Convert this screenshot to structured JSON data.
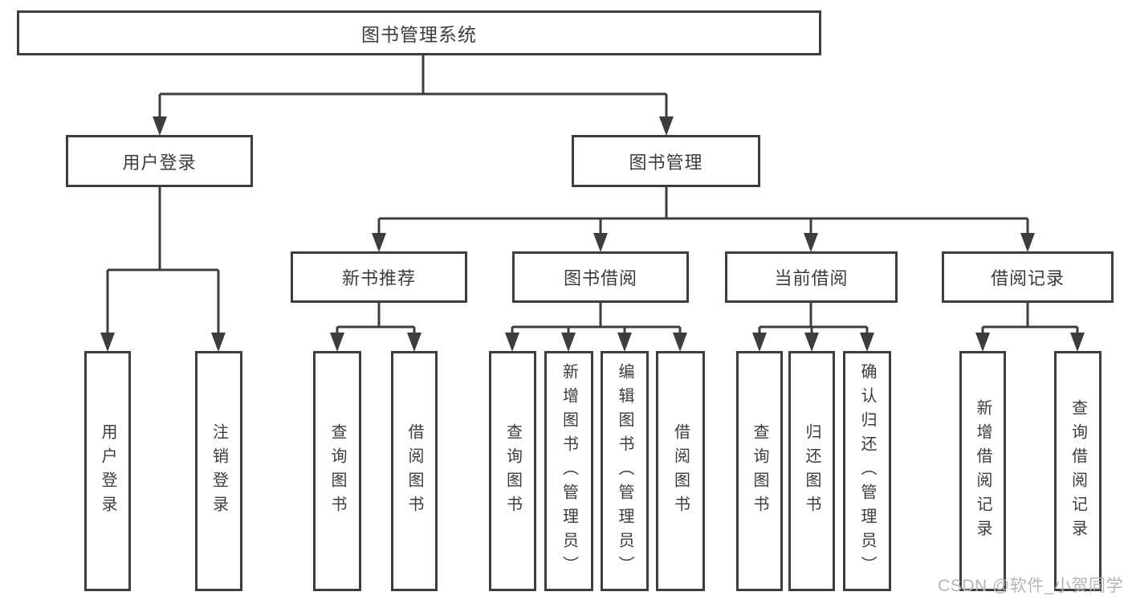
{
  "diagram": {
    "title": "图书管理系统",
    "level2": [
      {
        "label": "用户登录"
      },
      {
        "label": "图书管理"
      }
    ],
    "level3": [
      {
        "label": "新书推荐"
      },
      {
        "label": "图书借阅"
      },
      {
        "label": "当前借阅"
      },
      {
        "label": "借阅记录"
      }
    ],
    "leaves": {
      "userLogin": [
        {
          "label": "用户登录"
        },
        {
          "label": "注销登录"
        }
      ],
      "newBookRec": [
        {
          "label": "查询图书"
        },
        {
          "label": "借阅图书"
        }
      ],
      "bookBorrow": [
        {
          "label": "查询图书"
        },
        {
          "label": "新增图书（管理员）"
        },
        {
          "label": "编辑图书（管理员）"
        },
        {
          "label": "借阅图书"
        }
      ],
      "currentBorrow": [
        {
          "label": "查询图书"
        },
        {
          "label": "归还图书"
        },
        {
          "label": "确认归还（管理员）"
        }
      ],
      "borrowRecords": [
        {
          "label": "新增借阅记录"
        },
        {
          "label": "查询借阅记录"
        }
      ]
    }
  },
  "watermark": {
    "text": "CSDN @软件_小贺同学"
  },
  "colors": {
    "line": "#3d3d3d",
    "box_border": "#3d3d3d",
    "text": "#3c3c3c",
    "watermark": "#b5b5b5",
    "background": "#ffffff"
  }
}
